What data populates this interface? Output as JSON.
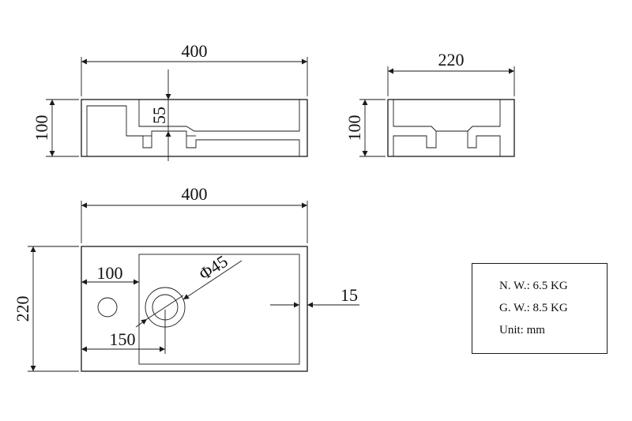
{
  "dimensions": {
    "front_width": "400",
    "front_height": "100",
    "front_depth": "55",
    "side_width": "220",
    "side_height": "100",
    "top_width": "400",
    "top_depth": "220",
    "hole_offset": "100",
    "drain_offset": "150",
    "drain_diameter": "Φ45",
    "rim_thickness": "15"
  },
  "specs": {
    "net_weight": "N. W.: 6.5 KG",
    "gross_weight": "G. W.: 8.5 KG",
    "unit": "Unit: mm"
  },
  "colors": {
    "line": "#1a1a1a",
    "background": "#ffffff"
  }
}
